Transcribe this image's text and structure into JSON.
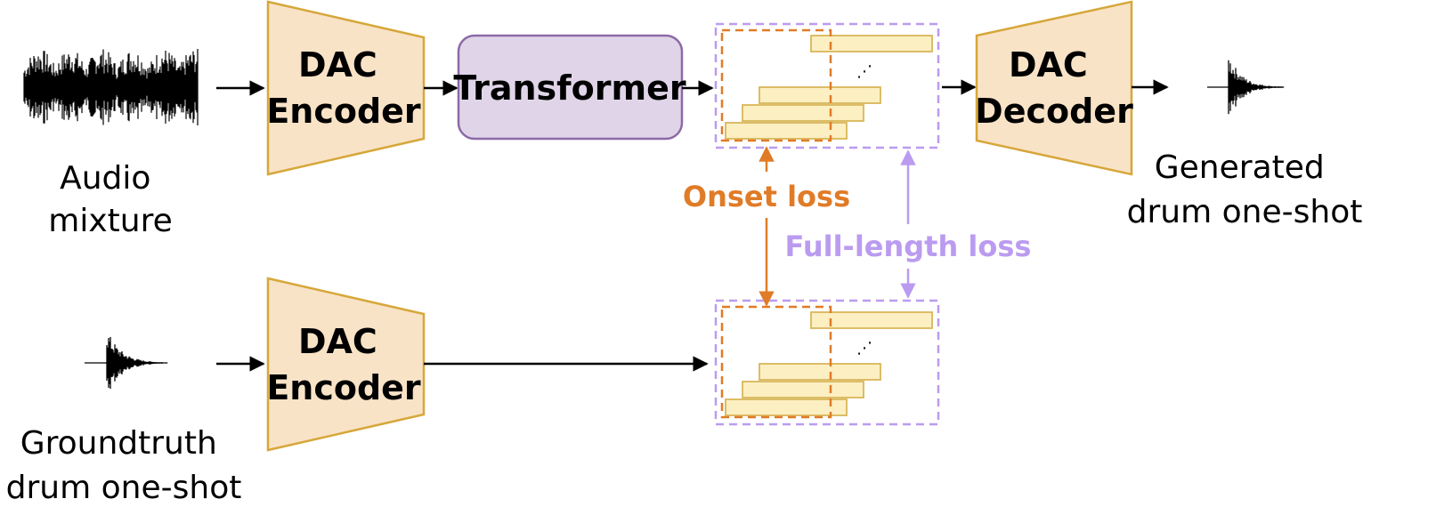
{
  "colors": {
    "block_fill": "#f9e3c7",
    "block_stroke": "#d6a73a",
    "transformer_fill": "#e0d5e8",
    "transformer_stroke": "#8d6aa8",
    "token_fill": "#fcefc2",
    "token_stroke": "#d8b75a",
    "onset": "#e07b27",
    "full_length": "#bb9bf0",
    "arrow": "#000000"
  },
  "labels": {
    "audio_mixture": [
      "Audio",
      "mixture"
    ],
    "groundtruth": [
      "Groundtruth",
      "drum one-shot"
    ],
    "generated": [
      "Generated",
      "drum one-shot"
    ]
  },
  "blocks": {
    "encoder_top": [
      "DAC",
      "Encoder"
    ],
    "encoder_bottom": [
      "DAC",
      "Encoder"
    ],
    "decoder": [
      "DAC",
      "Decoder"
    ],
    "transformer": "Transformer"
  },
  "losses": {
    "onset": "Onset loss",
    "full_length": "Full-length loss"
  },
  "icons": {
    "waveform_mixture": "dense-waveform-icon",
    "waveform_oneshot": "drum-one-shot-waveform-icon",
    "token_stack": "token-sequence-icon",
    "ellipsis": "⋰"
  }
}
